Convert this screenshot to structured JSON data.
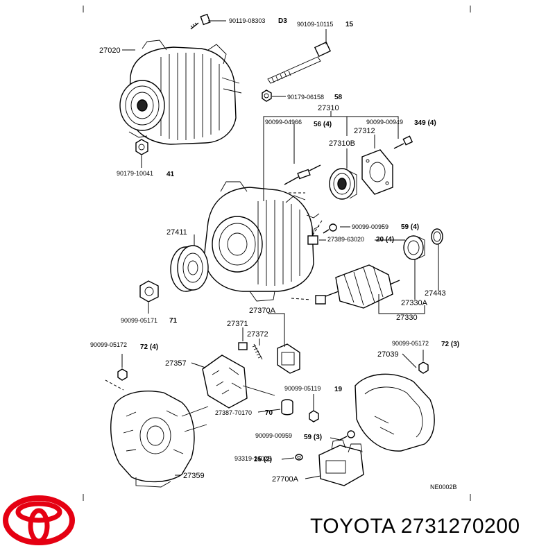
{
  "labels": {
    "p27020": "27020",
    "p90119": "90119-08303",
    "q90119": "D3",
    "p90109": "90109-10115",
    "q90109": "15",
    "p90179a": "90179-06158",
    "q90179a": "58",
    "p27310": "27310",
    "p90099_4966": "90099-04966",
    "q4966": "56 (4)",
    "p90099_0949": "90099-00949",
    "q0949": "349 (4)",
    "p27312": "27312",
    "p27310B": "27310B",
    "p90179b": "90179-10041",
    "q90179b": "41",
    "p27411": "27411",
    "p90099_0959a": "90099-00959",
    "q0959a": "59 (4)",
    "p27389": "27389-63020",
    "q27389": "20 (4)",
    "p90099_5171": "90099-05171",
    "q5171": "71",
    "p27443": "27443",
    "p27330A": "27330A",
    "p27330": "27330",
    "p27370A": "27370A",
    "p27371": "27371",
    "p27372": "27372",
    "p90099_5172a": "90099-05172",
    "q5172a": "72 (4)",
    "p90099_5172b": "90099-05172",
    "q5172b": "72 (3)",
    "p27357": "27357",
    "p27039": "27039",
    "p90099_5119": "90099-05119",
    "q5119": "19",
    "p27387": "27387-70170",
    "q27387": "70",
    "p90099_0959b": "90099-00959",
    "q0959b": "59 (3)",
    "p93319": "93319-14025",
    "q93319": "25 (2)",
    "p27359": "27359",
    "p27700A": "27700A",
    "code": "NE0002B"
  },
  "footer": {
    "title": "TOYOTA 2731270200",
    "logo_color": "#e50012"
  }
}
